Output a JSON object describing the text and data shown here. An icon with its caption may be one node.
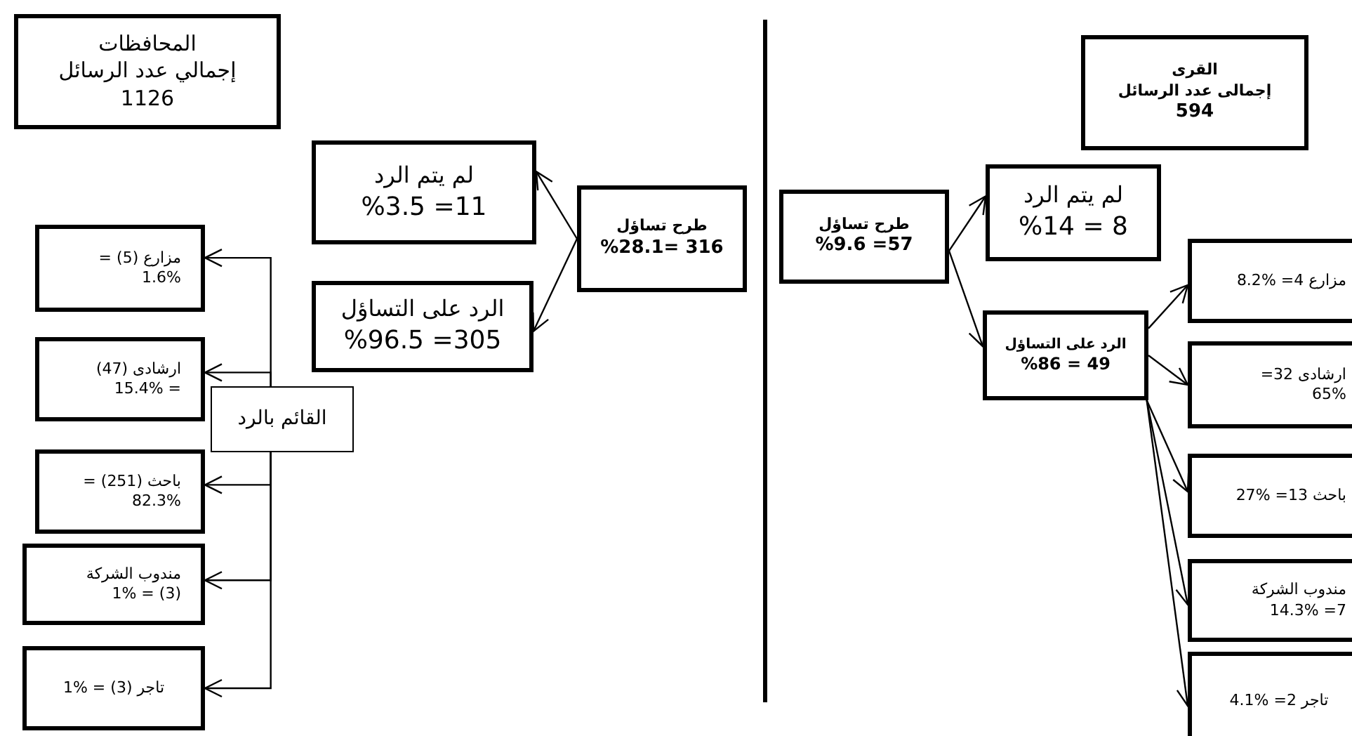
{
  "diagram": {
    "nodes": [
      {
        "text": [
          "المحافظات",
          "إجمالي عدد الرسائل",
          "1126"
        ]
      },
      {
        "text": [
          "طرح تساؤل",
          "316 =%28.1"
        ]
      },
      {
        "text": [
          "لم يتم الرد",
          "11= %3.5"
        ]
      },
      {
        "text": [
          "الرد على التساؤل",
          "305= %96.5"
        ]
      },
      {
        "text": [
          "القائم بالرد"
        ]
      },
      {
        "text": [
          "مزارع (5) = %1.6"
        ]
      },
      {
        "text": [
          "ارشادى (47) = %15.4"
        ]
      },
      {
        "text": [
          "باحث (251) = %82.3"
        ]
      },
      {
        "text": [
          "مندوب الشركة (3) = %1"
        ]
      },
      {
        "text": [
          "تاجر (3) = %1"
        ]
      },
      {
        "text": [
          "القرى",
          "إجمالى عدد الرسائل",
          "594"
        ]
      },
      {
        "text": [
          "طرح تساؤل",
          "57= %9.6"
        ]
      },
      {
        "text": [
          "لم يتم الرد",
          "8 = %14"
        ]
      },
      {
        "text": [
          "الرد على التساؤل",
          "49 = %86"
        ]
      },
      {
        "text": [
          "مزارع 4= %8.2"
        ]
      },
      {
        "text": [
          "ارشادى 32= %65"
        ]
      },
      {
        "text": [
          "باحث 13= %27"
        ]
      },
      {
        "text": [
          "مندوب الشركة 7= %14.3"
        ]
      },
      {
        "text": [
          "تاجر 2= %4.1"
        ]
      }
    ],
    "edges": [
      {
        "from": 1,
        "to": 2,
        "arrow": "to"
      },
      {
        "from": 1,
        "to": 3,
        "arrow": "to"
      },
      {
        "from": 4,
        "to": 5,
        "arrow": "to"
      },
      {
        "from": 4,
        "to": 6,
        "arrow": "to"
      },
      {
        "from": 4,
        "to": 7,
        "arrow": "to"
      },
      {
        "from": 4,
        "to": 8,
        "arrow": "to"
      },
      {
        "from": 4,
        "to": 9,
        "arrow": "to"
      },
      {
        "from": 11,
        "to": 12,
        "arrow": "to"
      },
      {
        "from": 11,
        "to": 13,
        "arrow": "to"
      },
      {
        "from": 13,
        "to": 14,
        "arrow": "to"
      },
      {
        "from": 13,
        "to": 15,
        "arrow": "to"
      },
      {
        "from": 13,
        "to": 16,
        "arrow": "to"
      },
      {
        "from": 13,
        "to": 17,
        "arrow": "to"
      },
      {
        "from": 13,
        "to": 18,
        "arrow": "to"
      }
    ]
  }
}
